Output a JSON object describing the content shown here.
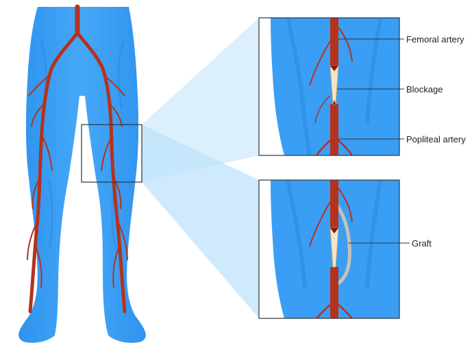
{
  "labels": {
    "femoral": "Femoral artery",
    "blockage": "Blockage",
    "popliteal": "Popliteal artery",
    "graft": "Graft"
  },
  "colors": {
    "background": "#ffffff",
    "leg_blue": "#3a9ef5",
    "leg_blue_dark": "#1f7fe0",
    "artery_red": "#b5321c",
    "blockage_cream": "#f6e4c6",
    "zoom_beam": "#bfe3fb",
    "graft_gray": "#c8c2b6",
    "frame_line": "#333333"
  },
  "icons": {
    "legs": "lower-body-legs-illustration",
    "zoom_top": "artery-blockage-closeup",
    "zoom_bottom": "artery-graft-closeup"
  }
}
